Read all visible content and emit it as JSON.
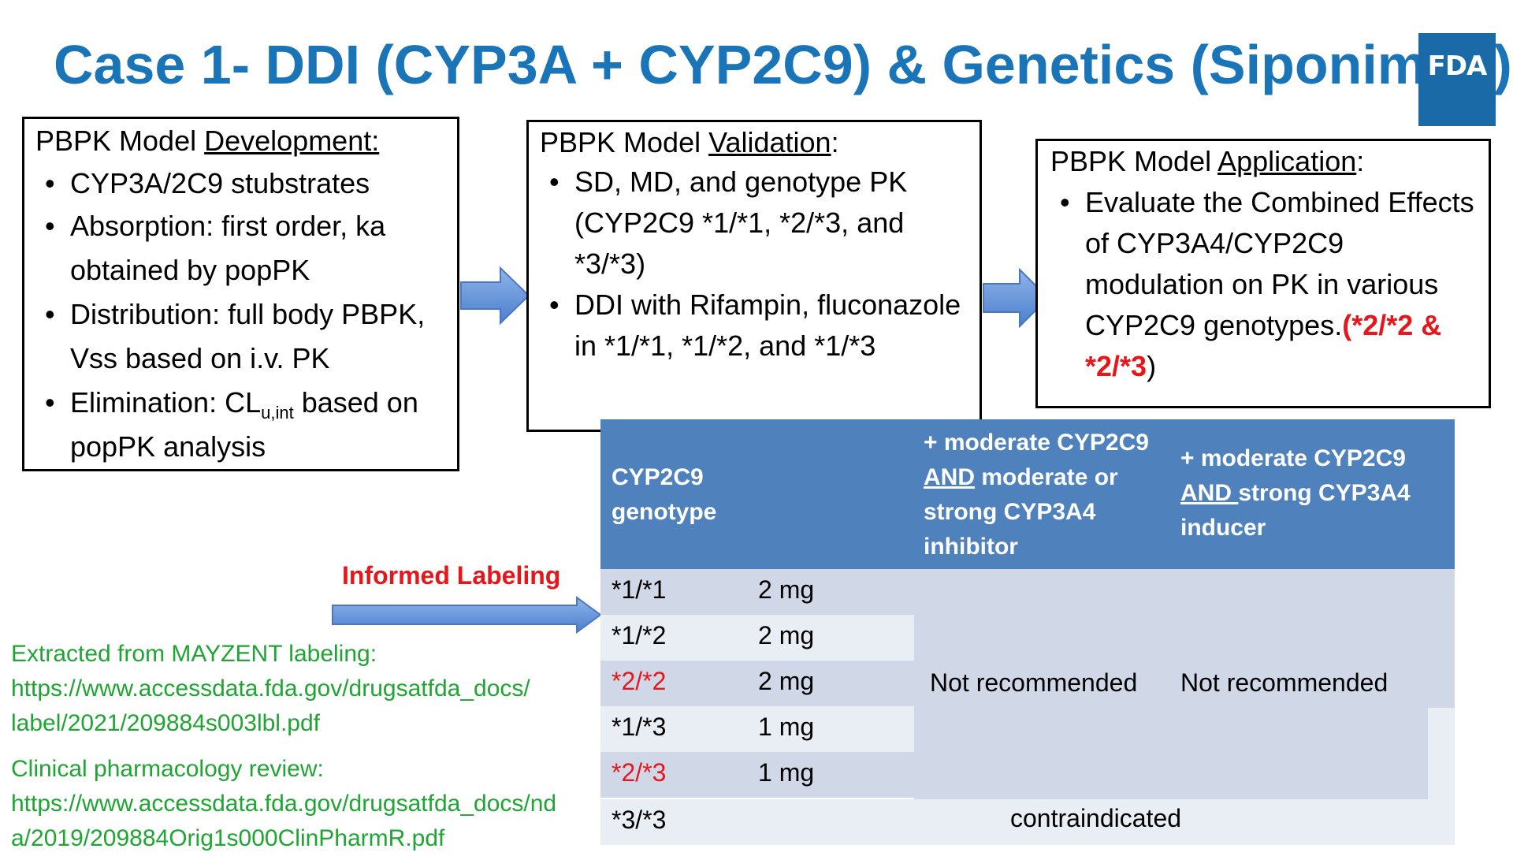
{
  "title": "Case 1- DDI (CYP3A + CYP2C9) & Genetics (Siponimod)",
  "logo_text": "FDA",
  "development": {
    "prefix": "PBPK Model ",
    "emph": "Development:",
    "items": [
      "CYP3A/2C9 stubstrates",
      "Absorption: first order, ka obtained by popPK",
      "Distribution: full body PBPK, Vss based on i.v. PK"
    ],
    "elim_prefix": "Elimination: CL",
    "elim_sub": "u,int",
    "elim_suffix": " based on popPK analysis"
  },
  "validation": {
    "prefix": "PBPK Model ",
    "emph": "Validation",
    "suffix": ":",
    "items": [
      "SD, MD, and genotype PK (CYP2C9 *1/*1, *2/*3, and *3/*3)",
      "DDI with Rifampin, fluconazole in *1/*1, *1/*2, and *1/*3"
    ]
  },
  "application": {
    "prefix": "PBPK Model ",
    "emph": "Application",
    "suffix": ":",
    "item_text": "Evaluate the Combined Effects of CYP3A4/CYP2C9 modulation on PK in various CYP2C9 genotypes.",
    "item_red": "(*2/*2 &  *2/*3",
    "item_end": ")"
  },
  "informed_labeling": "Informed Labeling",
  "sources": {
    "line1": "Extracted from MAYZENT labeling:",
    "link1": "https://www.accessdata.fda.gov/drugsatfda_docs/label/2021/209884s003lbl.pdf",
    "line2": "Clinical pharmacology review:",
    "link2": "https://www.accessdata.fda.gov/drugsatfda_docs/nda/2019/209884Orig1s000ClinPharmR.pdf"
  },
  "table": {
    "col1_header": "CYP2C9 genotype",
    "col3_prefix": "+ moderate CYP2C9 ",
    "col3_and": "AND",
    "col3_suffix": " moderate or strong CYP3A4 inhibitor",
    "col4_prefix": "+ moderate CYP2C9 ",
    "col4_and": "AND ",
    "col4_suffix": "strong CYP3A4 inducer",
    "rows": [
      {
        "genotype": "*1/*1",
        "dose": "2 mg"
      },
      {
        "genotype": "*1/*2",
        "dose": "2 mg"
      },
      {
        "genotype": "*2/*2",
        "dose": "2 mg"
      },
      {
        "genotype": "*1/*3",
        "dose": "1 mg"
      },
      {
        "genotype": "*2/*3",
        "dose": "1 mg"
      },
      {
        "genotype": "*3/*3",
        "dose": ""
      }
    ],
    "not_recommended_inhibitor": "Not recommended",
    "not_recommended_inducer": "Not recommended",
    "contraindicated": "contraindicated"
  },
  "colors": {
    "title_blue": "#1a74b8",
    "table_header": "#4f81bd",
    "red": "#e8161b",
    "green": "#1ea532",
    "arrow_blue": "#5b8fd6"
  }
}
